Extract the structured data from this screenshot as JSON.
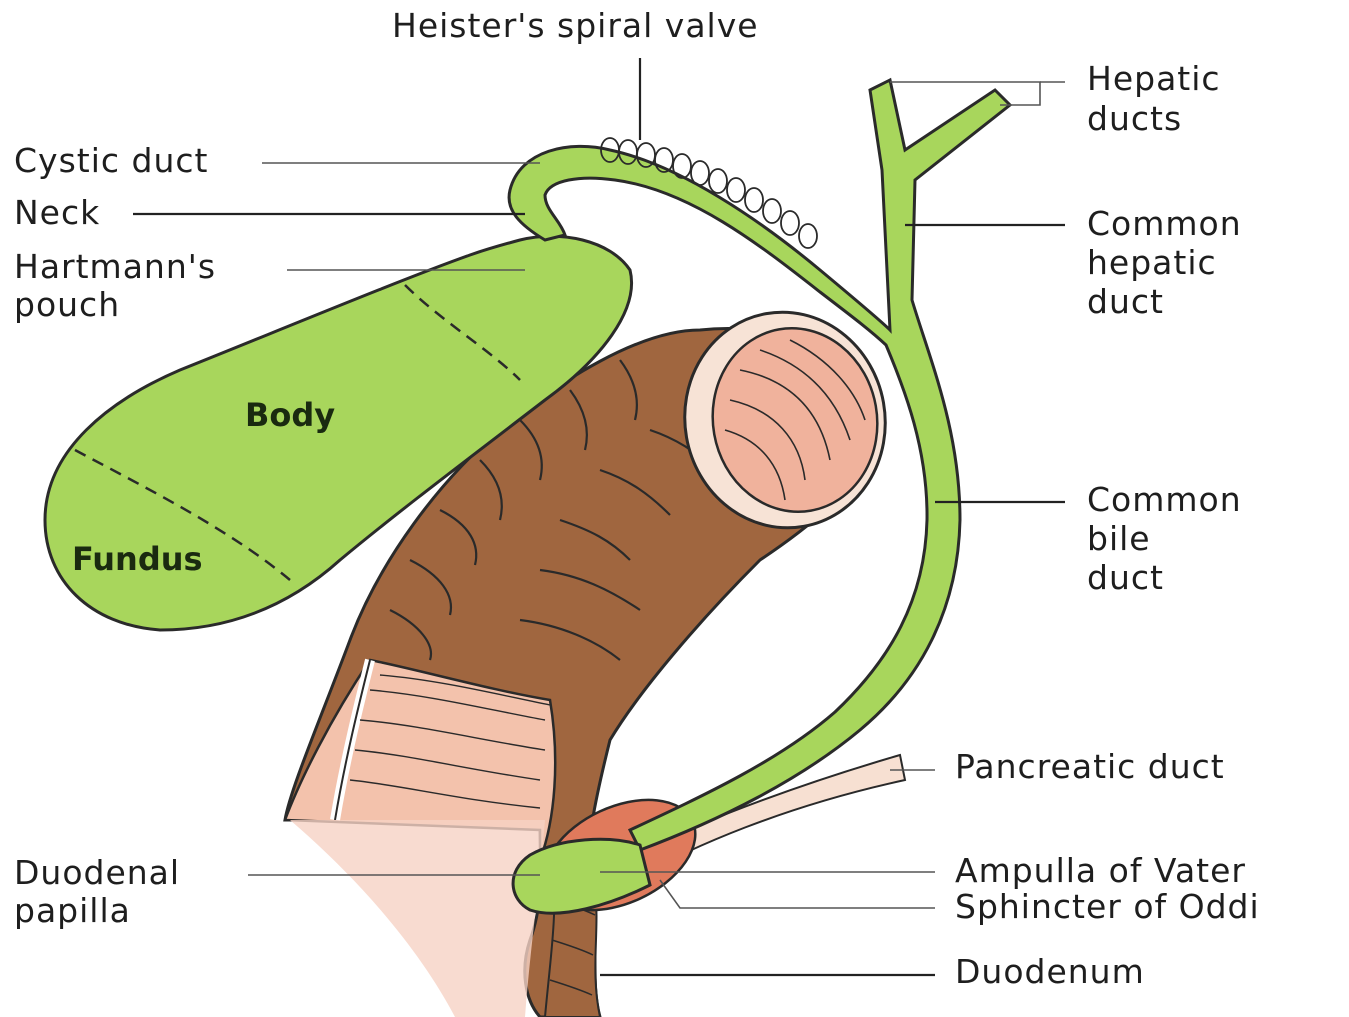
{
  "labels": {
    "heister": "Heister's spiral valve",
    "cystic_duct": "Cystic duct",
    "neck": "Neck",
    "hartmann_1": "Hartmann's",
    "hartmann_2": "pouch",
    "body": "Body",
    "fundus": "Fundus",
    "hepatic_1": "Hepatic",
    "hepatic_2": "ducts",
    "common_hepatic_1": "Common",
    "common_hepatic_2": "hepatic",
    "common_hepatic_3": "duct",
    "common_bile_1": "Common",
    "common_bile_2": "bile",
    "common_bile_3": "duct",
    "pancreatic": "Pancreatic duct",
    "duodenal_papilla_1": "Duodenal",
    "duodenal_papilla_2": "papilla",
    "ampulla": "Ampulla of Vater",
    "sphincter": "Sphincter of Oddi",
    "duodenum": "Duodenum"
  },
  "colors": {
    "biliary_green": "#a8d65c",
    "outline": "#2a2a2a",
    "duodenum_brown": "#a0663f",
    "mucosa_pink": "#f3c2ac",
    "sphincter_red": "#e07a5c"
  }
}
